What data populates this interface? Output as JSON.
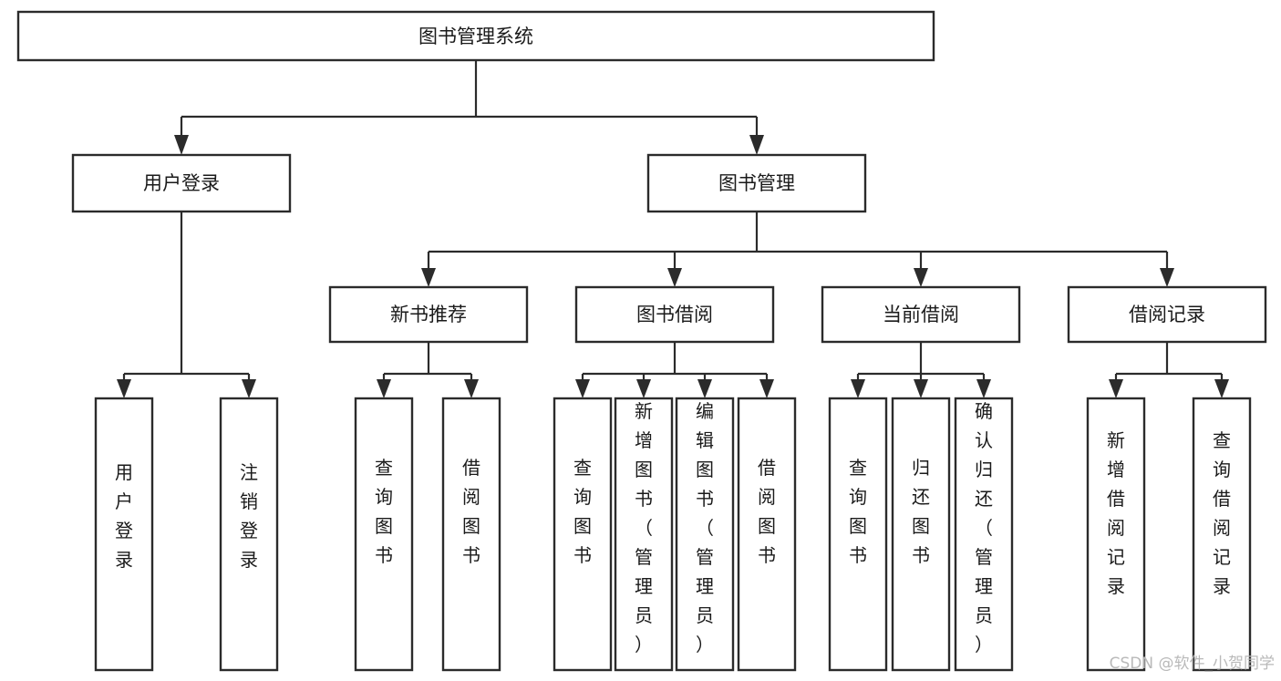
{
  "diagram": {
    "title": "图书管理系统",
    "type": "tree-hierarchy",
    "orientation": "top-down",
    "watermark": "CSDN @软件_小贺同学",
    "colors": {
      "box_stroke": "#2b2b2b",
      "box_fill": "#ffffff",
      "connector": "#2b2b2b",
      "label": "#1a1a1a",
      "watermark": "#b9b9b9",
      "background": "#ffffff"
    }
  },
  "nodes": {
    "root": {
      "label": "图书管理系统"
    },
    "level2": [
      {
        "label": "用户登录"
      },
      {
        "label": "图书管理"
      }
    ],
    "level3": [
      {
        "label": "新书推荐"
      },
      {
        "label": "图书借阅"
      },
      {
        "label": "当前借阅"
      },
      {
        "label": "借阅记录"
      }
    ],
    "leaves_user_login": [
      {
        "label": "用户登录"
      },
      {
        "label": "注销登录"
      }
    ],
    "leaves_new_book": [
      {
        "label": "查询图书"
      },
      {
        "label": "借阅图书"
      }
    ],
    "leaves_borrow": [
      {
        "label": "查询图书"
      },
      {
        "label": "新增图书（管理员）"
      },
      {
        "label": "编辑图书（管理员）"
      },
      {
        "label": "借阅图书"
      }
    ],
    "leaves_current": [
      {
        "label": "查询图书"
      },
      {
        "label": "归还图书"
      },
      {
        "label": "确认归还（管理员）"
      }
    ],
    "leaves_record": [
      {
        "label": "新增借阅记录"
      },
      {
        "label": "查询借阅记录"
      }
    ]
  }
}
